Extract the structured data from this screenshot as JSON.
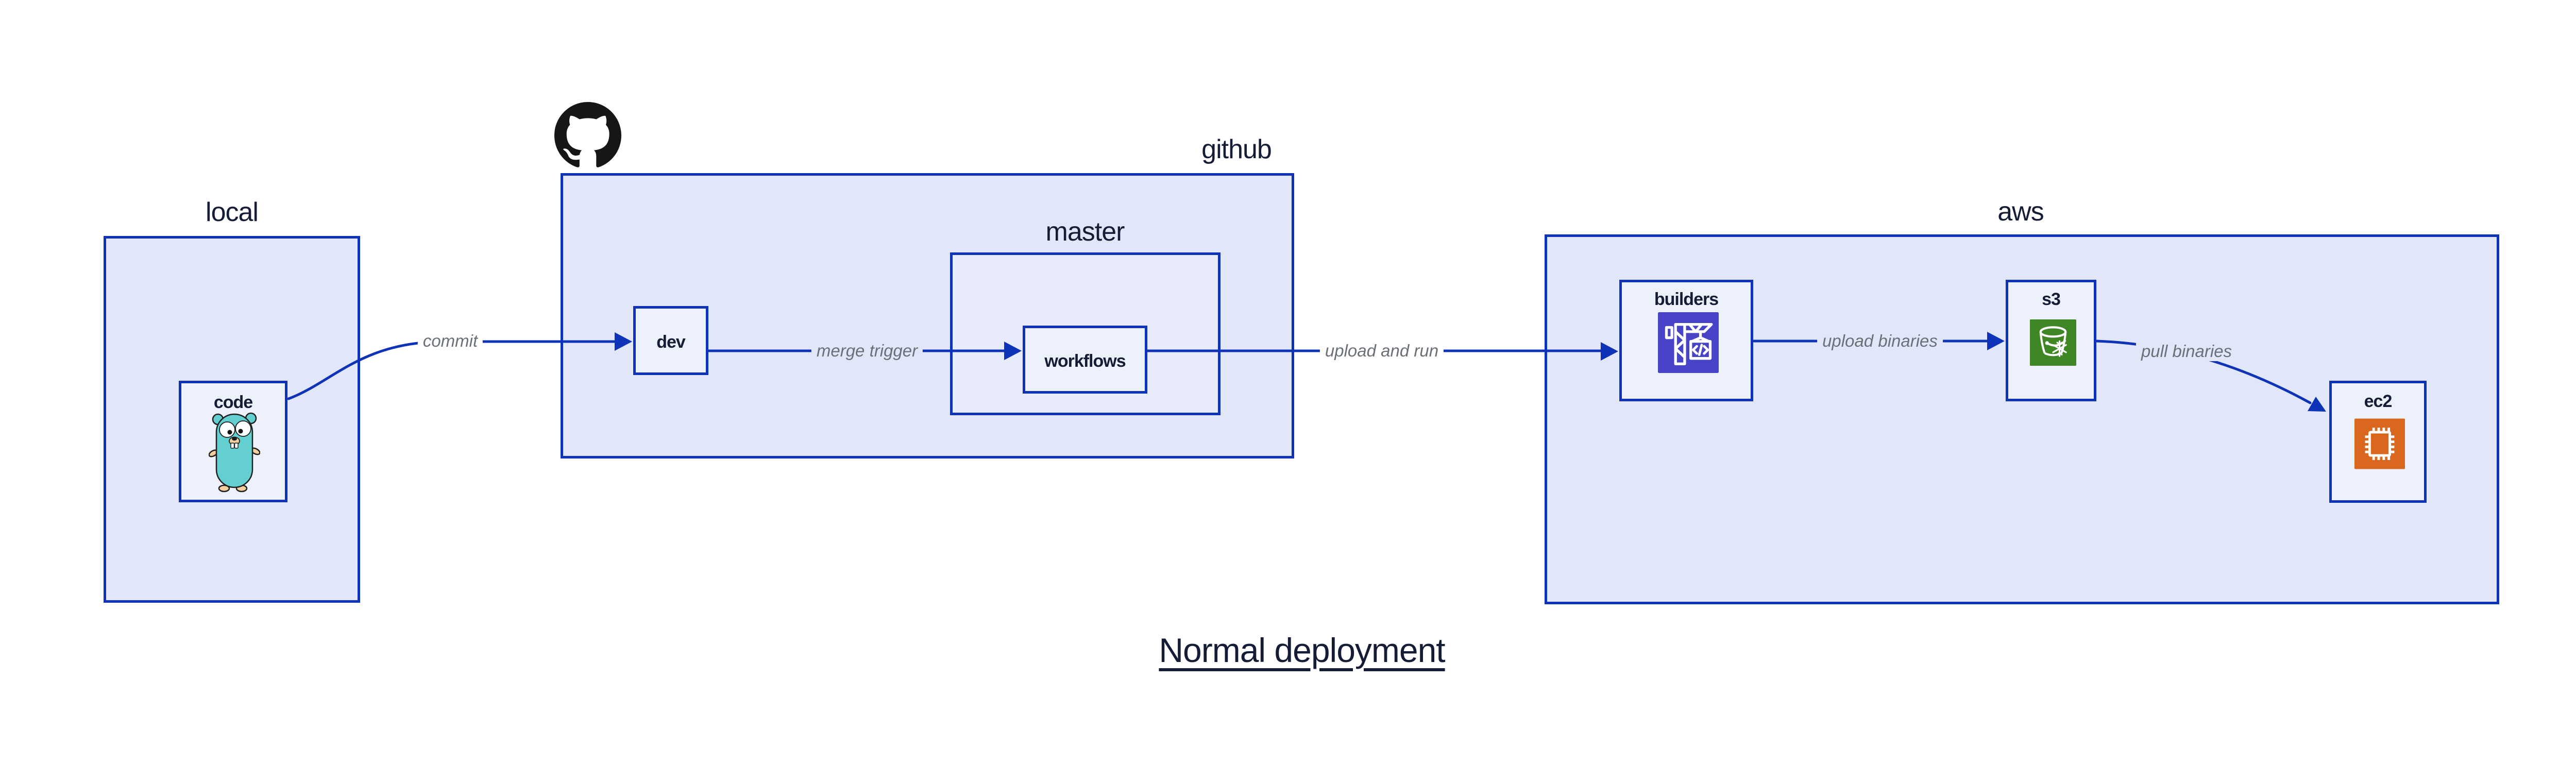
{
  "title": {
    "text": "Normal deployment"
  },
  "containers": {
    "local": {
      "label": "local"
    },
    "github": {
      "label": "github"
    },
    "master": {
      "label": "master"
    },
    "aws": {
      "label": "aws"
    }
  },
  "nodes": {
    "code": {
      "label": "code",
      "icon": "go-gopher-icon"
    },
    "dev": {
      "label": "dev"
    },
    "workflows": {
      "label": "workflows"
    },
    "builders": {
      "label": "builders",
      "icon": "codebuild-crane-icon",
      "icon_color": "#4744c8"
    },
    "s3": {
      "label": "s3",
      "icon": "s3-bucket-snowflake-icon",
      "icon_color": "#3f8624"
    },
    "ec2": {
      "label": "ec2",
      "icon": "cpu-chip-icon",
      "icon_color": "#d9671e"
    }
  },
  "edges": {
    "commit": {
      "label": "commit"
    },
    "merge_trigger": {
      "label": "merge trigger"
    },
    "upload_and_run": {
      "label": "upload and run"
    },
    "upload_binaries": {
      "label": "upload binaries"
    },
    "pull_binaries": {
      "label": "pull binaries"
    }
  },
  "colors": {
    "stroke_blue": "#0f33b8",
    "container_fill": "#e1e7f9",
    "master_fill": "#e7ebfa",
    "node_fill": "#edf1fc",
    "label_text": "#151c36",
    "edge_label_text": "#6a7076",
    "octocat_black": "#171515",
    "gopher_teal": "#63cfd0",
    "gopher_tan": "#f2cf9d"
  }
}
